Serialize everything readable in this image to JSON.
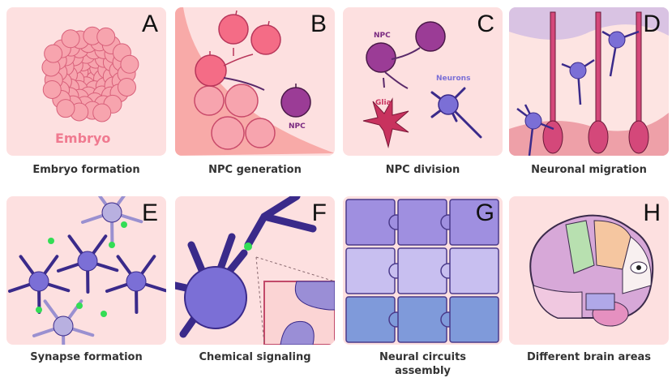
{
  "panels": [
    {
      "letter": "A",
      "caption": "Embryo formation",
      "labels": {
        "embryo": "Embryo"
      }
    },
    {
      "letter": "B",
      "caption": "NPC generation",
      "labels": {
        "npc": "NPC"
      }
    },
    {
      "letter": "C",
      "caption": "NPC division",
      "labels": {
        "npc": "NPC",
        "neurons": "Neurons",
        "glia": "Glia"
      }
    },
    {
      "letter": "D",
      "caption": "Neuronal migration"
    },
    {
      "letter": "E",
      "caption": "Synapse formation"
    },
    {
      "letter": "F",
      "caption": "Chemical signaling"
    },
    {
      "letter": "G",
      "caption": "Neural circuits",
      "caption2": "assembly"
    },
    {
      "letter": "H",
      "caption": "Different brain areas"
    }
  ],
  "colors": {
    "panel_bg": "#fde0e0",
    "pink_cell": "#f79aa6",
    "npc_purple": "#9b3c96",
    "neuron_blue": "#7b6fd6",
    "glia_red": "#c8325e"
  }
}
